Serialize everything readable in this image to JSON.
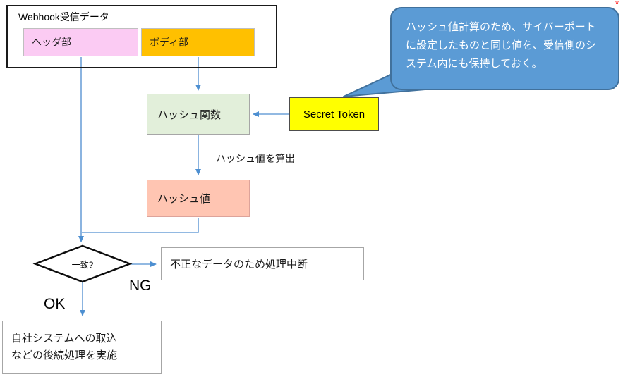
{
  "diagram": {
    "webhook_group": {
      "title": "Webhook受信データ",
      "header_label": "ヘッダ部",
      "body_label": "ボディ部"
    },
    "hash_function_label": "ハッシュ関数",
    "secret_token_label": "Secret Token",
    "hash_value_label": "ハッシュ値",
    "compute_edge_label": "ハッシュ値を算出",
    "decision_label": "一致?",
    "ng_label": "NG",
    "ok_label": "OK",
    "ng_result_label": "不正なデータのため処理中断",
    "ok_result_label": "自社システムへの取込\nなどの後続処理を実施",
    "callout_text": "ハッシュ値計算のため、サイバーポートに設定したものと同じ値を、受信側のシステム内にも保持しておく。",
    "artifact_mark": "*"
  },
  "colors": {
    "header_fill": "#fbcbf3",
    "body_fill": "#ffc000",
    "hash_function_fill": "#e2efda",
    "secret_token_fill": "#ffff00",
    "hash_value_fill": "#ffc5b2",
    "callout_fill": "#5b9bd5",
    "callout_border": "#41719c",
    "connector_line": "#6ea2d8",
    "arrowhead": "#4d8fd1"
  }
}
